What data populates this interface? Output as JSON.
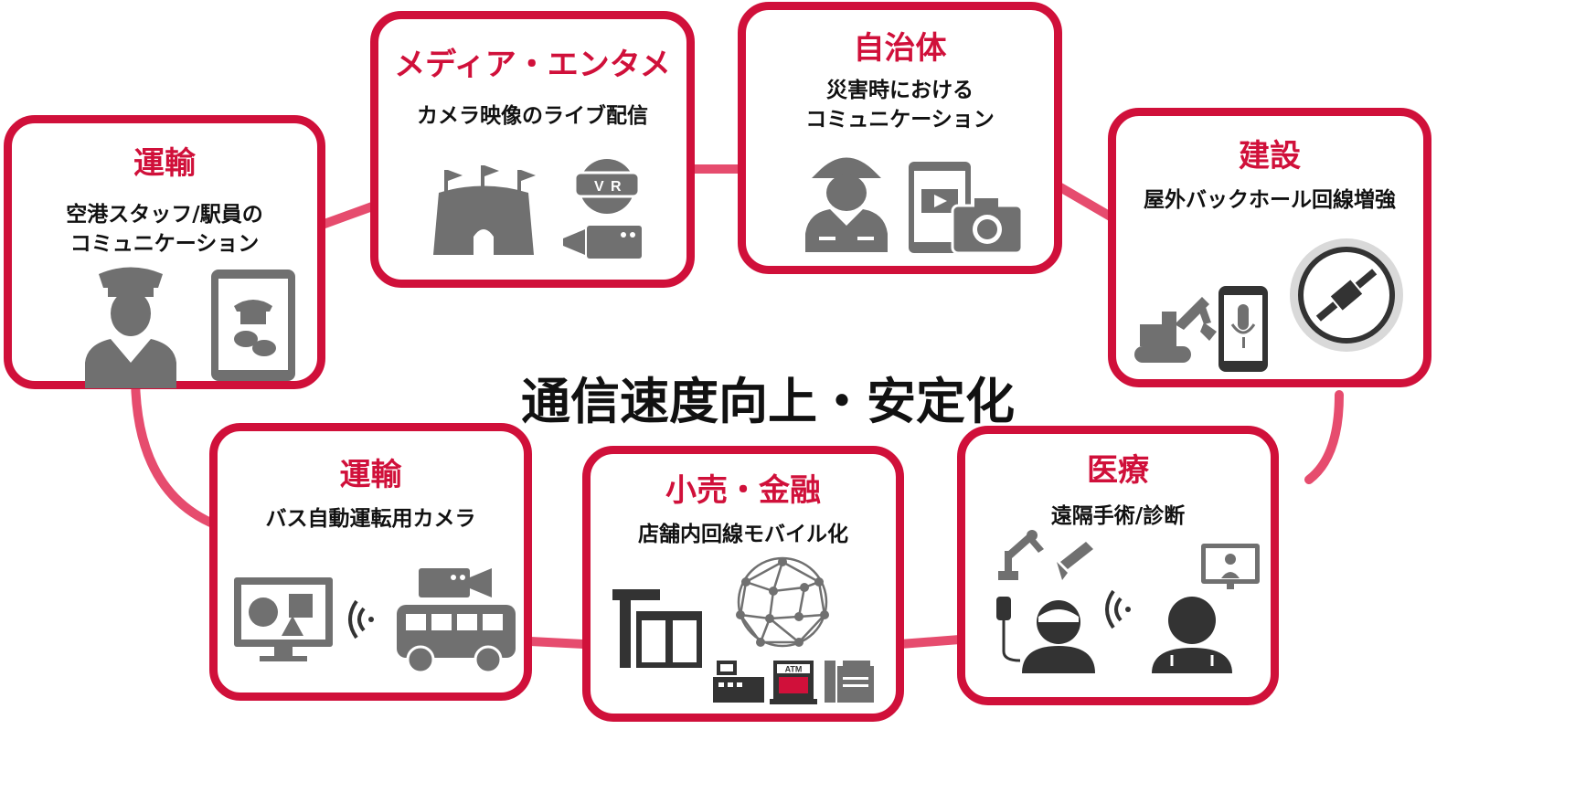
{
  "center_title": "通信速度向上・安定化",
  "colors": {
    "accent": "#d0103a",
    "connector": "#e64c6e",
    "icon_gray": "#707070",
    "text": "#111111"
  },
  "cards": {
    "transport_staff": {
      "title": "運輸",
      "sub1": "空港スタッフ/駅員の",
      "sub2": "コミュニケーション",
      "icons": [
        "conductor-icon",
        "tablet-phone-chat-icon"
      ]
    },
    "media": {
      "title": "メディア・エンタメ",
      "sub1": "カメラ映像のライブ配信",
      "icons": [
        "stadium-icon",
        "vr-headset-icon",
        "video-camera-icon"
      ]
    },
    "municipality": {
      "title": "自治体",
      "sub1": "災害時における",
      "sub2": "コミュニケーション",
      "icons": [
        "firefighter-icon",
        "tablet-video-icon",
        "camera-icon"
      ]
    },
    "construction": {
      "title": "建設",
      "sub1": "屋外バックホール回線増強",
      "icons": [
        "excavator-icon",
        "phone-microphone-icon",
        "satellite-icon"
      ]
    },
    "medical": {
      "title": "医療",
      "sub1": "遠隔手術/診断",
      "icons": [
        "robot-arm-icon",
        "patient-icon",
        "wireless-signal-icon",
        "doctor-icon",
        "monitor-doctor-icon"
      ]
    },
    "retail": {
      "title": "小売・金融",
      "sub1": "店舗内回線モバイル化",
      "icons": [
        "store-icon",
        "network-sphere-icon",
        "cash-register-icon",
        "atm-icon",
        "printer-icon"
      ]
    },
    "transport_bus": {
      "title": "運輸",
      "sub1": "バス自動運転用カメラ",
      "icons": [
        "monitor-shapes-icon",
        "wireless-signal-icon",
        "bus-icon",
        "video-camera-icon"
      ]
    }
  },
  "atm_label": "ATM"
}
